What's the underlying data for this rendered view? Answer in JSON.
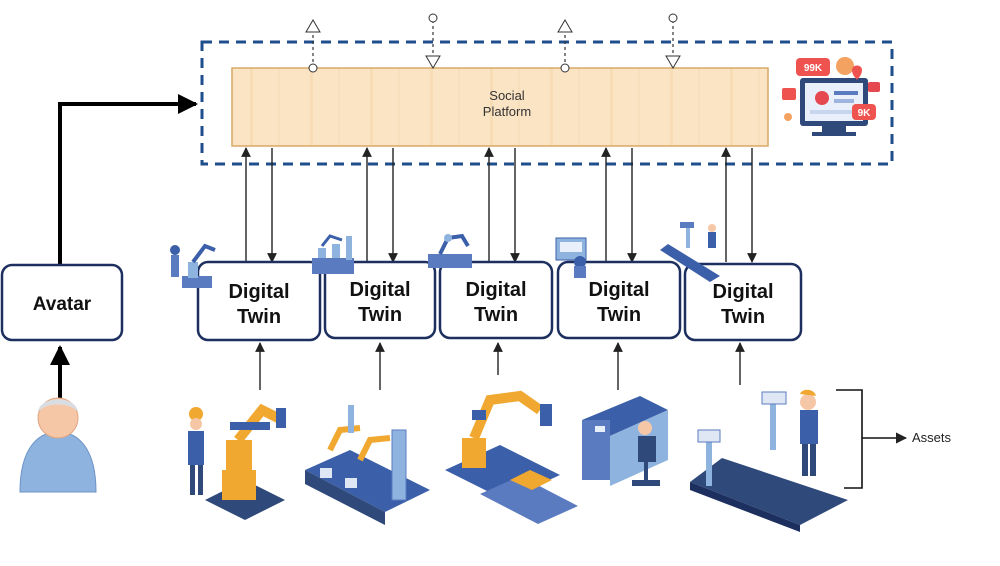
{
  "platform": {
    "line1": "Social",
    "line2": "Platform"
  },
  "avatar": {
    "label": "Avatar"
  },
  "twins": [
    {
      "line1": "Digital",
      "line2": "Twin"
    },
    {
      "line1": "Digital",
      "line2": "Twin"
    },
    {
      "line1": "Digital",
      "line2": "Twin"
    },
    {
      "line1": "Digital",
      "line2": "Twin"
    },
    {
      "line1": "Digital",
      "line2": "Twin"
    }
  ],
  "assets": {
    "label": "Assets"
  },
  "social_badges": {
    "likes": "99K",
    "shares": "9K"
  },
  "colors": {
    "dashed_border": "#1f4e8c",
    "platform_fill": "#fbe4c4",
    "platform_stroke": "#d8a867",
    "twin_border": "#1c2f5e",
    "arrow": "#222222",
    "asset_blue": "#3b5fa8",
    "asset_orange": "#f0a830"
  },
  "icons": [
    "user-avatar-icon",
    "social-media-icon",
    "robot-arm-icon",
    "assembly-line-icon",
    "control-desk-icon",
    "conveyor-icon",
    "worker-icon"
  ]
}
